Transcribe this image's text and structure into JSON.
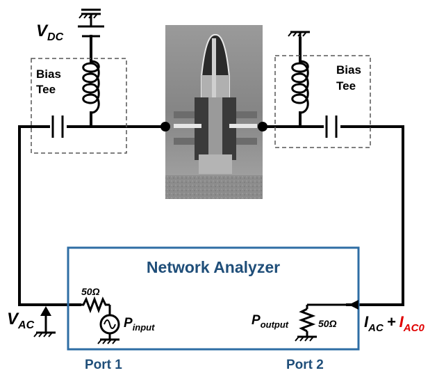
{
  "labels": {
    "vdc_main": "V",
    "vdc_sub": "DC",
    "bias_tee_left_1": "Bias",
    "bias_tee_left_2": "Tee",
    "bias_tee_right_1": "Bias",
    "bias_tee_right_2": "Tee",
    "network_analyzer": "Network Analyzer",
    "r_port1": "50Ω",
    "r_port2": "50Ω",
    "vac_main": "V",
    "vac_sub": "AC",
    "pinput_main": "P",
    "pinput_sub": "input",
    "poutput_main": "P",
    "poutput_sub": "output",
    "iac_main": "I",
    "iac_sub": "AC",
    "plus": "+",
    "iac0_main": "I",
    "iac0_sub": "AC0",
    "port1": "Port 1",
    "port2": "Port 2"
  },
  "colors": {
    "analyzer_border": "#2e6da4",
    "analyzer_text": "#1f4e79",
    "port_text": "#1f4e79",
    "iac0_text": "#e00000",
    "wire": "#000000"
  }
}
